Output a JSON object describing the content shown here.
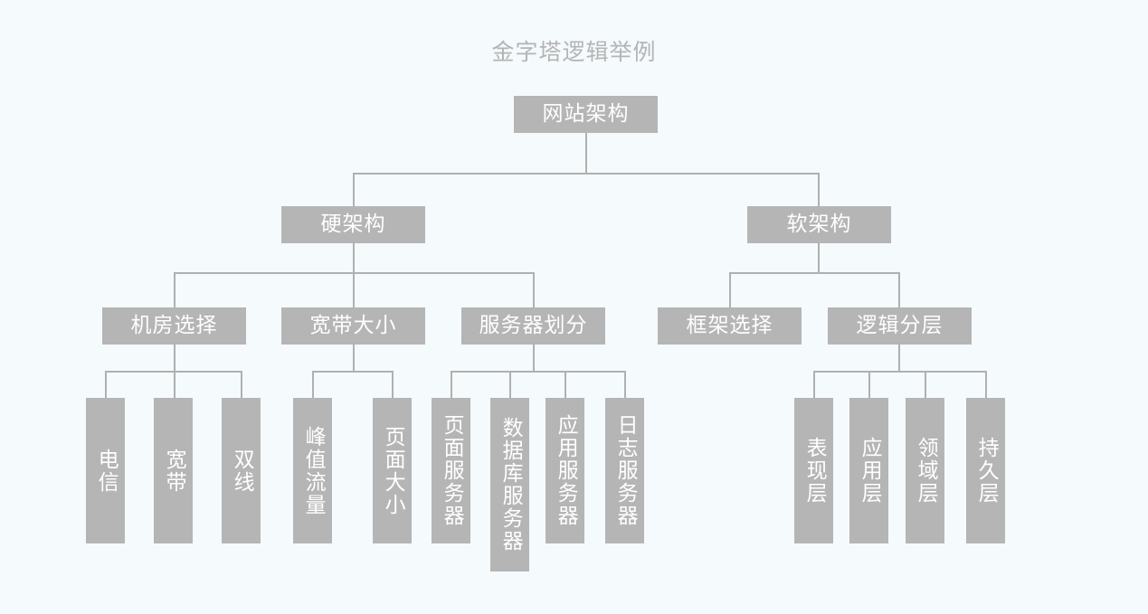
{
  "title": "金字塔逻辑举例",
  "theme": {
    "background": "#f5fafd",
    "node_fill": "#b5b5b5",
    "node_text": "#ffffff",
    "line_color": "#b0b0b0",
    "title_color": "#b4b4b4"
  },
  "chart_data": {
    "type": "diagram",
    "diagram_kind": "organization-tree",
    "title": "金字塔逻辑举例",
    "orientation": "top-down",
    "levels": 4,
    "root": "网站架构",
    "nodes": [
      {
        "id": "root",
        "label": "网站架构",
        "level": 1,
        "parent": null,
        "text_orientation": "horizontal"
      },
      {
        "id": "hard",
        "label": "硬架构",
        "level": 2,
        "parent": "root",
        "text_orientation": "horizontal"
      },
      {
        "id": "soft",
        "label": "软架构",
        "level": 2,
        "parent": "root",
        "text_orientation": "horizontal"
      },
      {
        "id": "idc",
        "label": "机房选择",
        "level": 3,
        "parent": "hard",
        "text_orientation": "horizontal"
      },
      {
        "id": "band",
        "label": "宽带大小",
        "level": 3,
        "parent": "hard",
        "text_orientation": "horizontal"
      },
      {
        "id": "svr",
        "label": "服务器划分",
        "level": 3,
        "parent": "hard",
        "text_orientation": "horizontal"
      },
      {
        "id": "frame",
        "label": "框架选择",
        "level": 3,
        "parent": "soft",
        "text_orientation": "horizontal"
      },
      {
        "id": "layer",
        "label": "逻辑分层",
        "level": 3,
        "parent": "soft",
        "text_orientation": "horizontal"
      },
      {
        "id": "l1",
        "label": "电信",
        "level": 4,
        "parent": "idc",
        "text_orientation": "vertical"
      },
      {
        "id": "l2",
        "label": "宽带",
        "level": 4,
        "parent": "idc",
        "text_orientation": "vertical"
      },
      {
        "id": "l3",
        "label": "双线",
        "level": 4,
        "parent": "idc",
        "text_orientation": "vertical"
      },
      {
        "id": "l4",
        "label": "峰值流量",
        "level": 4,
        "parent": "band",
        "text_orientation": "vertical"
      },
      {
        "id": "l5",
        "label": "页面大小",
        "level": 4,
        "parent": "band",
        "text_orientation": "vertical"
      },
      {
        "id": "l6",
        "label": "页面服务器",
        "level": 4,
        "parent": "svr",
        "text_orientation": "vertical"
      },
      {
        "id": "l7",
        "label": "数据库服务器",
        "level": 4,
        "parent": "svr",
        "text_orientation": "vertical"
      },
      {
        "id": "l8",
        "label": "应用服务器",
        "level": 4,
        "parent": "svr",
        "text_orientation": "vertical"
      },
      {
        "id": "l9",
        "label": "日志服务器",
        "level": 4,
        "parent": "svr",
        "text_orientation": "vertical"
      },
      {
        "id": "l10",
        "label": "表现层",
        "level": 4,
        "parent": "layer",
        "text_orientation": "vertical"
      },
      {
        "id": "l11",
        "label": "应用层",
        "level": 4,
        "parent": "layer",
        "text_orientation": "vertical"
      },
      {
        "id": "l12",
        "label": "领域层",
        "level": 4,
        "parent": "layer",
        "text_orientation": "vertical"
      },
      {
        "id": "l13",
        "label": "持久层",
        "level": 4,
        "parent": "layer",
        "text_orientation": "vertical"
      }
    ],
    "edges": [
      {
        "from": "root",
        "to": "hard"
      },
      {
        "from": "root",
        "to": "soft"
      },
      {
        "from": "hard",
        "to": "idc"
      },
      {
        "from": "hard",
        "to": "band"
      },
      {
        "from": "hard",
        "to": "svr"
      },
      {
        "from": "soft",
        "to": "frame"
      },
      {
        "from": "soft",
        "to": "layer"
      },
      {
        "from": "idc",
        "to": "l1"
      },
      {
        "from": "idc",
        "to": "l2"
      },
      {
        "from": "idc",
        "to": "l3"
      },
      {
        "from": "band",
        "to": "l4"
      },
      {
        "from": "band",
        "to": "l5"
      },
      {
        "from": "svr",
        "to": "l6"
      },
      {
        "from": "svr",
        "to": "l7"
      },
      {
        "from": "svr",
        "to": "l8"
      },
      {
        "from": "svr",
        "to": "l9"
      },
      {
        "from": "layer",
        "to": "l10"
      },
      {
        "from": "layer",
        "to": "l11"
      },
      {
        "from": "layer",
        "to": "l12"
      },
      {
        "from": "layer",
        "to": "l13"
      }
    ]
  }
}
